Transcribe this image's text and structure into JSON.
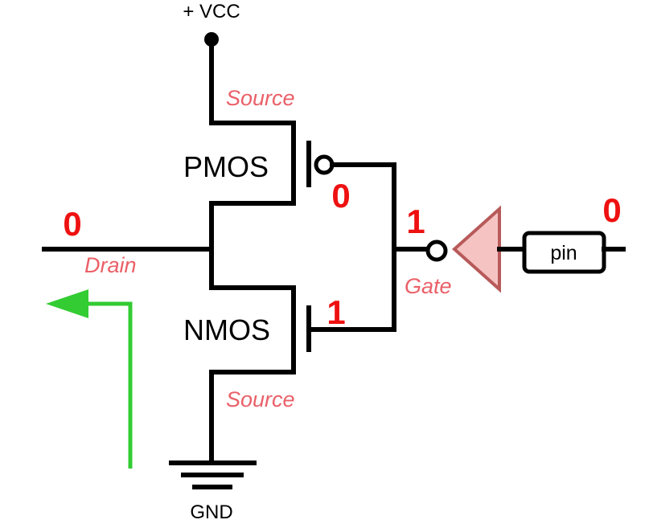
{
  "colors": {
    "wire": "#000000",
    "label_pink": "#ea6068",
    "bit_red": "#ee1111",
    "arrow_green": "#33cc33",
    "buffer_fill": "#f6c3c3",
    "buffer_stroke": "#b85a5a"
  },
  "labels": {
    "vcc": "+ VCC",
    "gnd": "GND",
    "pmos": "PMOS",
    "nmos": "NMOS",
    "pmos_source": "Source",
    "nmos_source": "Source",
    "drain": "Drain",
    "gate": "Gate",
    "pin": "pin"
  },
  "bits": {
    "drain_output": "0",
    "pmos_gate": "0",
    "nmos_gate": "1",
    "gate_node": "1",
    "pin_input": "0"
  },
  "icons": {
    "direction_arrow": "green-arrow-left-icon",
    "ground": "ground-symbol-icon",
    "vcc_terminal": "vcc-dot-icon",
    "inverter_buffer": "inverting-buffer-icon"
  }
}
